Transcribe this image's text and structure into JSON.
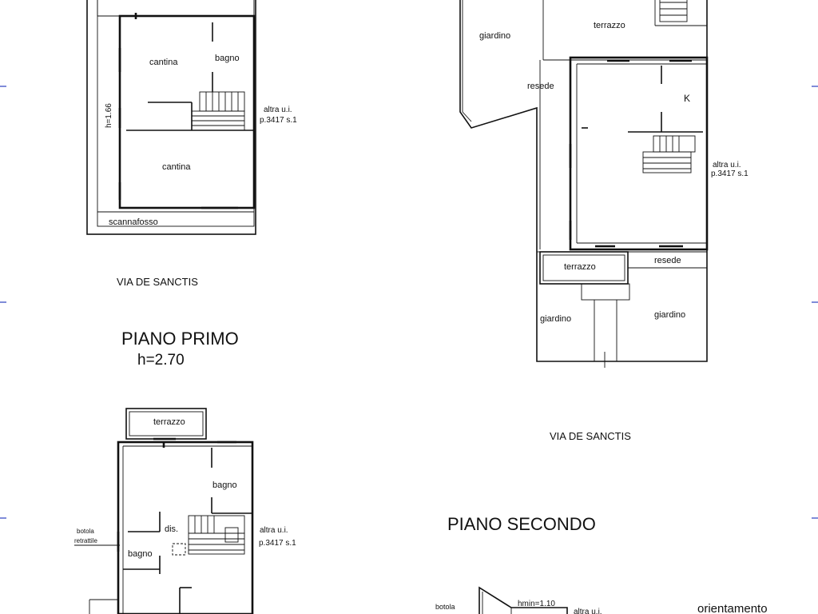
{
  "top_left_plan": {
    "cantina_upper": "cantina",
    "bagno": "bagno",
    "height_note": "h=1.66",
    "other_unit": "altra u.i.",
    "other_unit_ref": "p.3417 s.1",
    "cantina_lower": "cantina",
    "scannafosso": "scannafosso",
    "street": "VIA DE SANCTIS"
  },
  "piano_primo": {
    "title": "PIANO PRIMO",
    "height": "h=2.70"
  },
  "top_right_plan": {
    "giardino_top": "giardino",
    "terrazzo_top": "terrazzo",
    "resede_left": "resede",
    "kitchen": "K",
    "other_unit": "altra u.i.",
    "other_unit_ref": "p.3417 s.1",
    "terrazzo_bottom": "terrazzo",
    "resede_right": "resede",
    "giardino_left": "giardino",
    "giardino_right": "giardino",
    "street": "VIA DE SANCTIS"
  },
  "bottom_left_plan": {
    "terrazzo": "terrazzo",
    "bagno_top": "bagno",
    "botola_1": "botola",
    "botola_2": "retrattile",
    "dis": "dis.",
    "other_unit": "altra u.i.",
    "other_unit_ref": "p.3417 s.1",
    "bagno_bottom": "bagno"
  },
  "piano_secondo": {
    "title": "PIANO SECONDO"
  },
  "bottom_right_plan": {
    "botola": "botola",
    "hmin": "hmin=1.10",
    "other_unit": "altra u.i.",
    "orientamento": "orientamento"
  }
}
